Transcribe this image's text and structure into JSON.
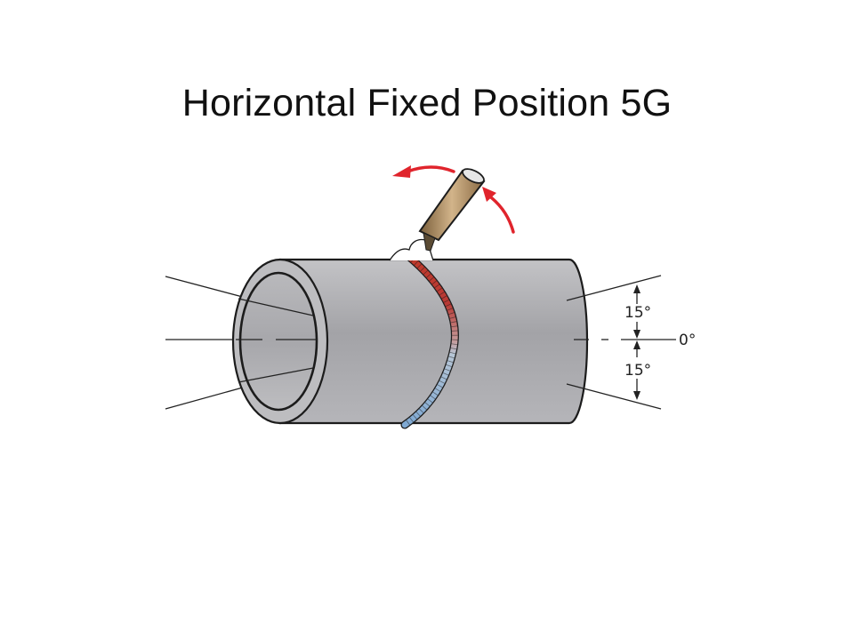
{
  "title": "Horizontal Fixed Position 5G",
  "angles": {
    "upper": "15°",
    "center": "0°",
    "lower": "15°"
  },
  "colors": {
    "pipe_body": "#a9a9ad",
    "pipe_rim": "#bdbdc0",
    "outline": "#1c1c1c",
    "weld_hot": "#c0392b",
    "weld_cool": "#8fb6dc",
    "electrode": "#a8865a",
    "arrow": "#e0242c"
  },
  "icons": [
    "electrode-holder-icon",
    "rotation-arrow-icon"
  ]
}
